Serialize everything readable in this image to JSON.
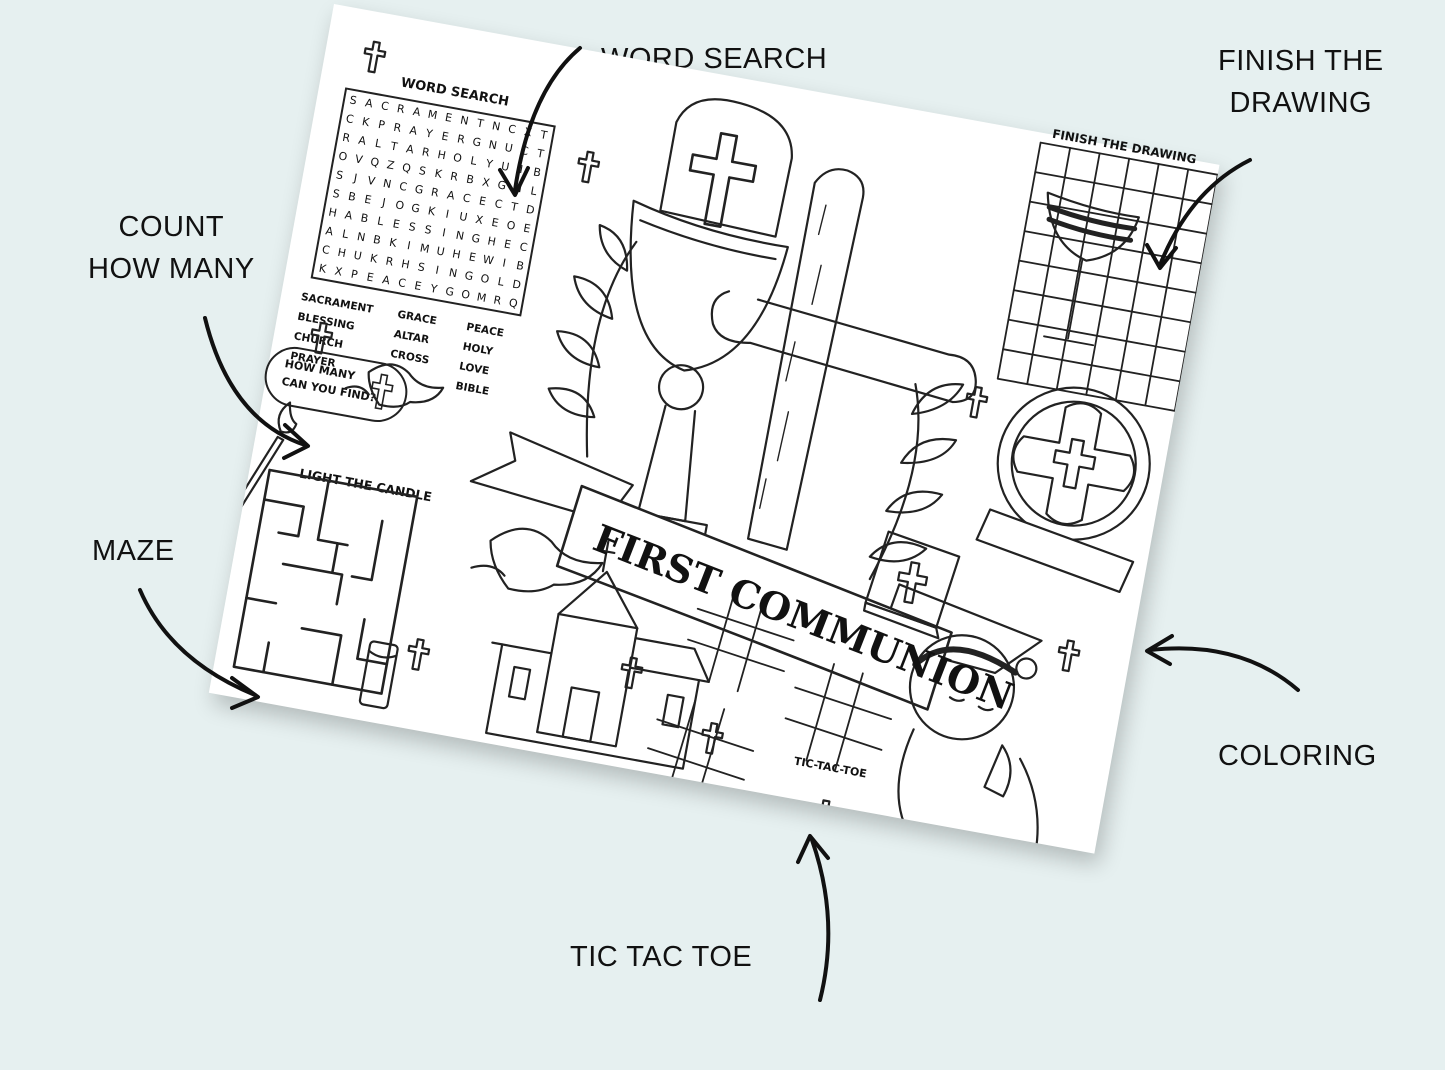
{
  "callouts": {
    "word_search": "WORD SEARCH",
    "finish_line1": "FINISH THE",
    "finish_line2": "DRAWING",
    "count_line1": "COUNT",
    "count_line2": "HOW MANY",
    "maze": "MAZE",
    "coloring": "COLORING",
    "tic_tac_toe": "TIC TAC TOE"
  },
  "sheet": {
    "banner": "FIRST COMMUNION",
    "word_search": {
      "title": "WORD SEARCH",
      "grid": [
        "SACRAMENTNCXT",
        "CKPRAYERGNUCT",
        "RALTARHOLYUIB",
        "OVQZQSKRBXGNL",
        "SJVNCGRACECTD",
        "SBEJOGKIUXEOE",
        "HABLESSINGHEC",
        "ALNBKIMUHEWIB",
        "CHUKRHSINGOLD",
        "KXPEACEYGOMRQ"
      ],
      "words_col1": [
        "SACRAMENT",
        "BLESSING",
        "CHURCH",
        "PRAYER"
      ],
      "words_col2": [
        "GRACE",
        "ALTAR",
        "CROSS"
      ],
      "words_col3": [
        "PEACE",
        "HOLY",
        "LOVE",
        "BIBLE"
      ]
    },
    "count": {
      "line1": "HOW MANY",
      "line2": "CAN YOU FIND?"
    },
    "candle_title": "LIGHT THE CANDLE",
    "finish_title": "FINISH THE DRAWING",
    "ttt_label": "TIC-TAC-TOE"
  },
  "colors": {
    "background": "#e6f0f0",
    "ink": "#111111",
    "sheet": "#ffffff"
  }
}
